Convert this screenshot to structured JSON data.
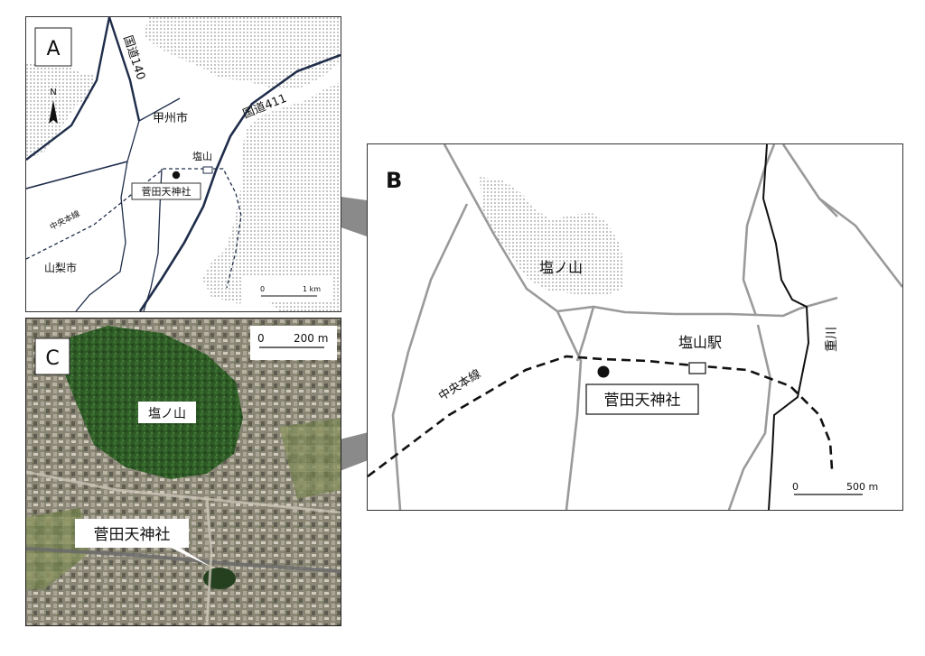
{
  "panel_a": {
    "letter": "A",
    "north": "N",
    "road_140": "国道140",
    "road_411": "国道411",
    "koshu": "甲州市",
    "enzan": "塩山",
    "sugata": "菅田天神社",
    "chuo": "中央本線",
    "yamanashi": "山梨市",
    "scale_zero": "0",
    "scale_end": "1 km"
  },
  "panel_b": {
    "letter": "B",
    "shionoyama": "塩ノ山",
    "enzan_station": "塩山駅",
    "chuo": "中央本線",
    "sugata": "菅田天神社",
    "river": "重川",
    "scale_zero": "0",
    "scale_end": "500 m"
  },
  "panel_c": {
    "letter": "C",
    "shionoyama": "塩ノ山",
    "sugata": "菅田天神社",
    "scale_zero": "0",
    "scale_end": "200 m"
  },
  "colors": {
    "road_major": "#1f2d4a",
    "road_minor": "#1f2d4a",
    "road_grey": "#9a9a9a",
    "dot_fill": "#9a9a9a",
    "callout": "#8a8a8a",
    "vegetation": "#2e5a26"
  }
}
